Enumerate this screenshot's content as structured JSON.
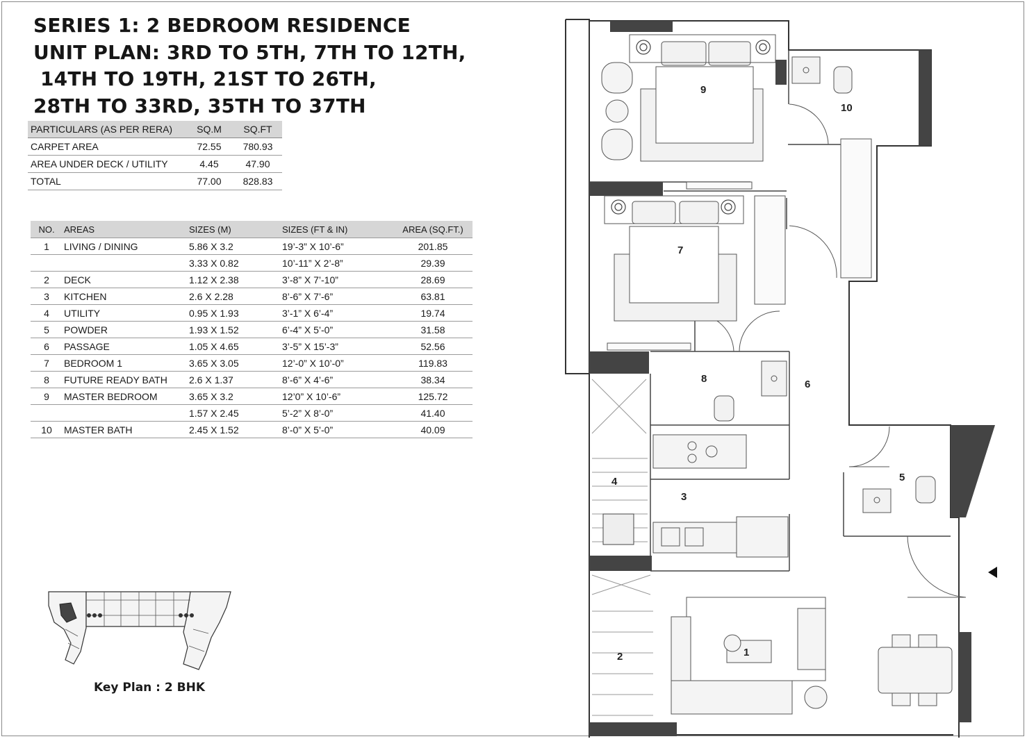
{
  "title_lines": [
    "SERIES 1: 2 BEDROOM RESIDENCE",
    "UNIT PLAN: 3RD TO 5TH, 7TH TO 12TH,",
    " 14TH TO 19TH, 21ST TO 26TH,",
    "28TH TO 33RD, 35TH TO 37TH"
  ],
  "rera_table": {
    "headers": [
      "PARTICULARS (AS PER RERA)",
      "SQ.M",
      "SQ.FT"
    ],
    "rows": [
      [
        "CARPET AREA",
        "72.55",
        "780.93"
      ],
      [
        "AREA UNDER DECK / UTILITY",
        "4.45",
        "47.90"
      ],
      [
        "TOTAL",
        "77.00",
        "828.83"
      ]
    ]
  },
  "areas_table": {
    "headers": [
      "NO.",
      "AREAS",
      "SIZES (M)",
      "SIZES (FT & IN)",
      "AREA (SQ.FT.)"
    ],
    "rows": [
      [
        "1",
        "LIVING / DINING",
        "5.86 X 3.2",
        "19’-3” X 10’-6”",
        "201.85"
      ],
      [
        "",
        "",
        "3.33 X 0.82",
        "10’-11” X 2’-8”",
        "29.39"
      ],
      [
        "2",
        "DECK",
        "1.12 X 2.38",
        "3’-8” X 7’-10”",
        "28.69"
      ],
      [
        "3",
        "KITCHEN",
        "2.6 X 2.28",
        "8’-6” X 7’-6”",
        "63.81"
      ],
      [
        "4",
        "UTILITY",
        "0.95 X 1.93",
        "3’-1” X 6’-4”",
        "19.74"
      ],
      [
        "5",
        "POWDER",
        "1.93 X 1.52",
        "6’-4” X 5’-0”",
        "31.58"
      ],
      [
        "6",
        "PASSAGE",
        "1.05 X 4.65",
        "3’-5” X 15’-3”",
        "52.56"
      ],
      [
        "7",
        "BEDROOM 1",
        "3.65 X 3.05",
        "12’-0” X 10’-0”",
        "119.83"
      ],
      [
        "8",
        "FUTURE READY BATH",
        "2.6 X 1.37",
        "8’-6” X 4’-6”",
        "38.34"
      ],
      [
        "9",
        "MASTER BEDROOM",
        "3.65 X 3.2",
        "12’0” X 10’-6”",
        "125.72"
      ],
      [
        "",
        "",
        "1.57 X 2.45",
        "5’-2” X 8’-0”",
        "41.40"
      ],
      [
        "10",
        "MASTER BATH",
        "2.45 X 1.52",
        "8’-0” X 5’-0”",
        "40.09"
      ]
    ]
  },
  "key_plan_caption": "Key Plan : 2 BHK",
  "room_labels": [
    "1",
    "2",
    "3",
    "4",
    "5",
    "6",
    "7",
    "8",
    "9",
    "10"
  ]
}
